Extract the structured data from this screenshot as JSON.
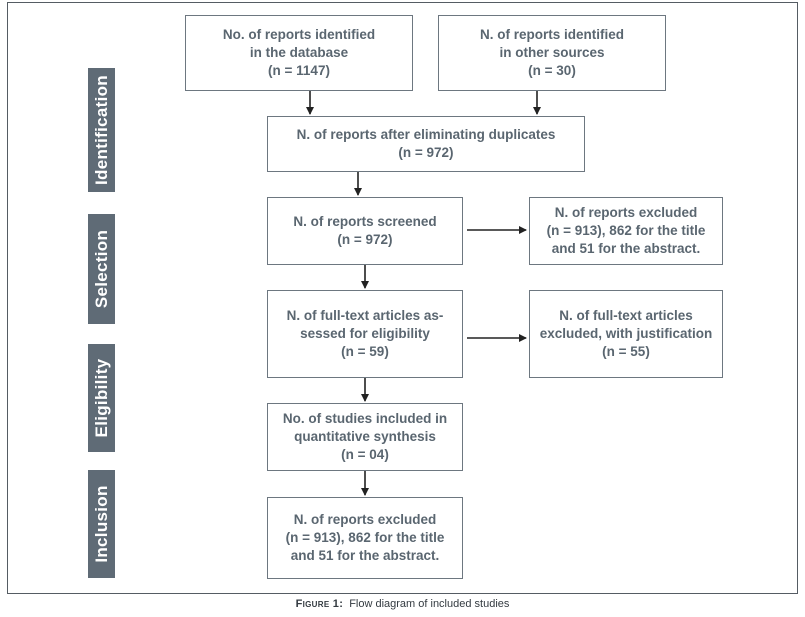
{
  "stages": [
    {
      "id": "identification",
      "label": "Identification"
    },
    {
      "id": "selection",
      "label": "Selection"
    },
    {
      "id": "eligibility",
      "label": "Eligibility"
    },
    {
      "id": "inclusion",
      "label": "Inclusion"
    }
  ],
  "boxes": {
    "database": [
      "No. of reports identified",
      "in the database",
      "(n = 1147)"
    ],
    "other_sources": [
      "N. of reports identified",
      "in other sources",
      "(n = 30)"
    ],
    "after_duplicates": [
      "N. of reports after eliminating duplicates",
      "(n = 972)"
    ],
    "screened": [
      "N. of reports screened",
      "(n = 972)"
    ],
    "excluded_screen": [
      "N. of reports excluded",
      "(n = 913), 862 for the title",
      "and 51 for the abstract."
    ],
    "full_text": [
      "N. of full-text articles as-",
      "sessed for eligibility",
      "(n = 59)"
    ],
    "full_text_excluded": [
      "N. of full-text articles",
      "excluded, with justification",
      "(n = 55)"
    ],
    "included": [
      "No. of studies included in",
      "quantitative synthesis",
      "(n = 04)"
    ],
    "inclusion_box": [
      "N. of reports excluded",
      "(n = 913), 862 for the title",
      "and 51 for the abstract."
    ]
  },
  "caption": {
    "figure_label": "Figure 1:",
    "text": "Flow diagram of included studies"
  }
}
